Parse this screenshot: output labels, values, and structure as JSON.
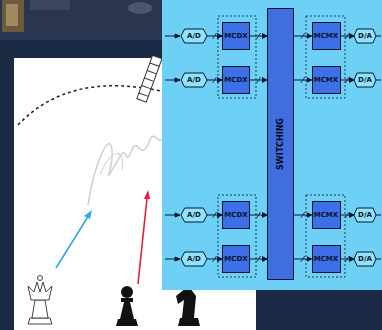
{
  "diagram": {
    "nodes": [
      {
        "text": [
          "A/D"
        ]
      },
      {
        "text": [
          "A/D"
        ]
      },
      {
        "text": [
          "A/D"
        ]
      },
      {
        "text": [
          "A/D"
        ]
      },
      {
        "text": [
          "MCDX"
        ]
      },
      {
        "text": [
          "MCDX"
        ]
      },
      {
        "text": [
          "MCDX"
        ]
      },
      {
        "text": [
          "MCDX"
        ]
      },
      {
        "text": [
          "SWITCHING"
        ]
      },
      {
        "text": [
          "MCMX"
        ]
      },
      {
        "text": [
          "MCMX"
        ]
      },
      {
        "text": [
          "MCMX"
        ]
      },
      {
        "text": [
          "MCMX"
        ]
      },
      {
        "text": [
          "D/A"
        ]
      },
      {
        "text": [
          "D/A"
        ]
      },
      {
        "text": [
          "D/A"
        ]
      },
      {
        "text": [
          "D/A"
        ]
      }
    ],
    "edges": [
      {
        "from": 0,
        "to": 4,
        "arrow": "to"
      },
      {
        "from": 1,
        "to": 5,
        "arrow": "to"
      },
      {
        "from": 2,
        "to": 6,
        "arrow": "to"
      },
      {
        "from": 3,
        "to": 7,
        "arrow": "to"
      },
      {
        "from": 4,
        "to": 8,
        "arrow": "to"
      },
      {
        "from": 5,
        "to": 8,
        "arrow": "to"
      },
      {
        "from": 6,
        "to": 8,
        "arrow": "to"
      },
      {
        "from": 7,
        "to": 8,
        "arrow": "to"
      },
      {
        "from": 8,
        "to": 9,
        "arrow": "to"
      },
      {
        "from": 8,
        "to": 10,
        "arrow": "to"
      },
      {
        "from": 8,
        "to": 11,
        "arrow": "to"
      },
      {
        "from": 8,
        "to": 12,
        "arrow": "to"
      },
      {
        "from": 9,
        "to": 13,
        "arrow": "to"
      },
      {
        "from": 10,
        "to": 14,
        "arrow": "to"
      },
      {
        "from": 11,
        "to": 15,
        "arrow": "to"
      },
      {
        "from": 12,
        "to": 16,
        "arrow": "to"
      }
    ]
  }
}
